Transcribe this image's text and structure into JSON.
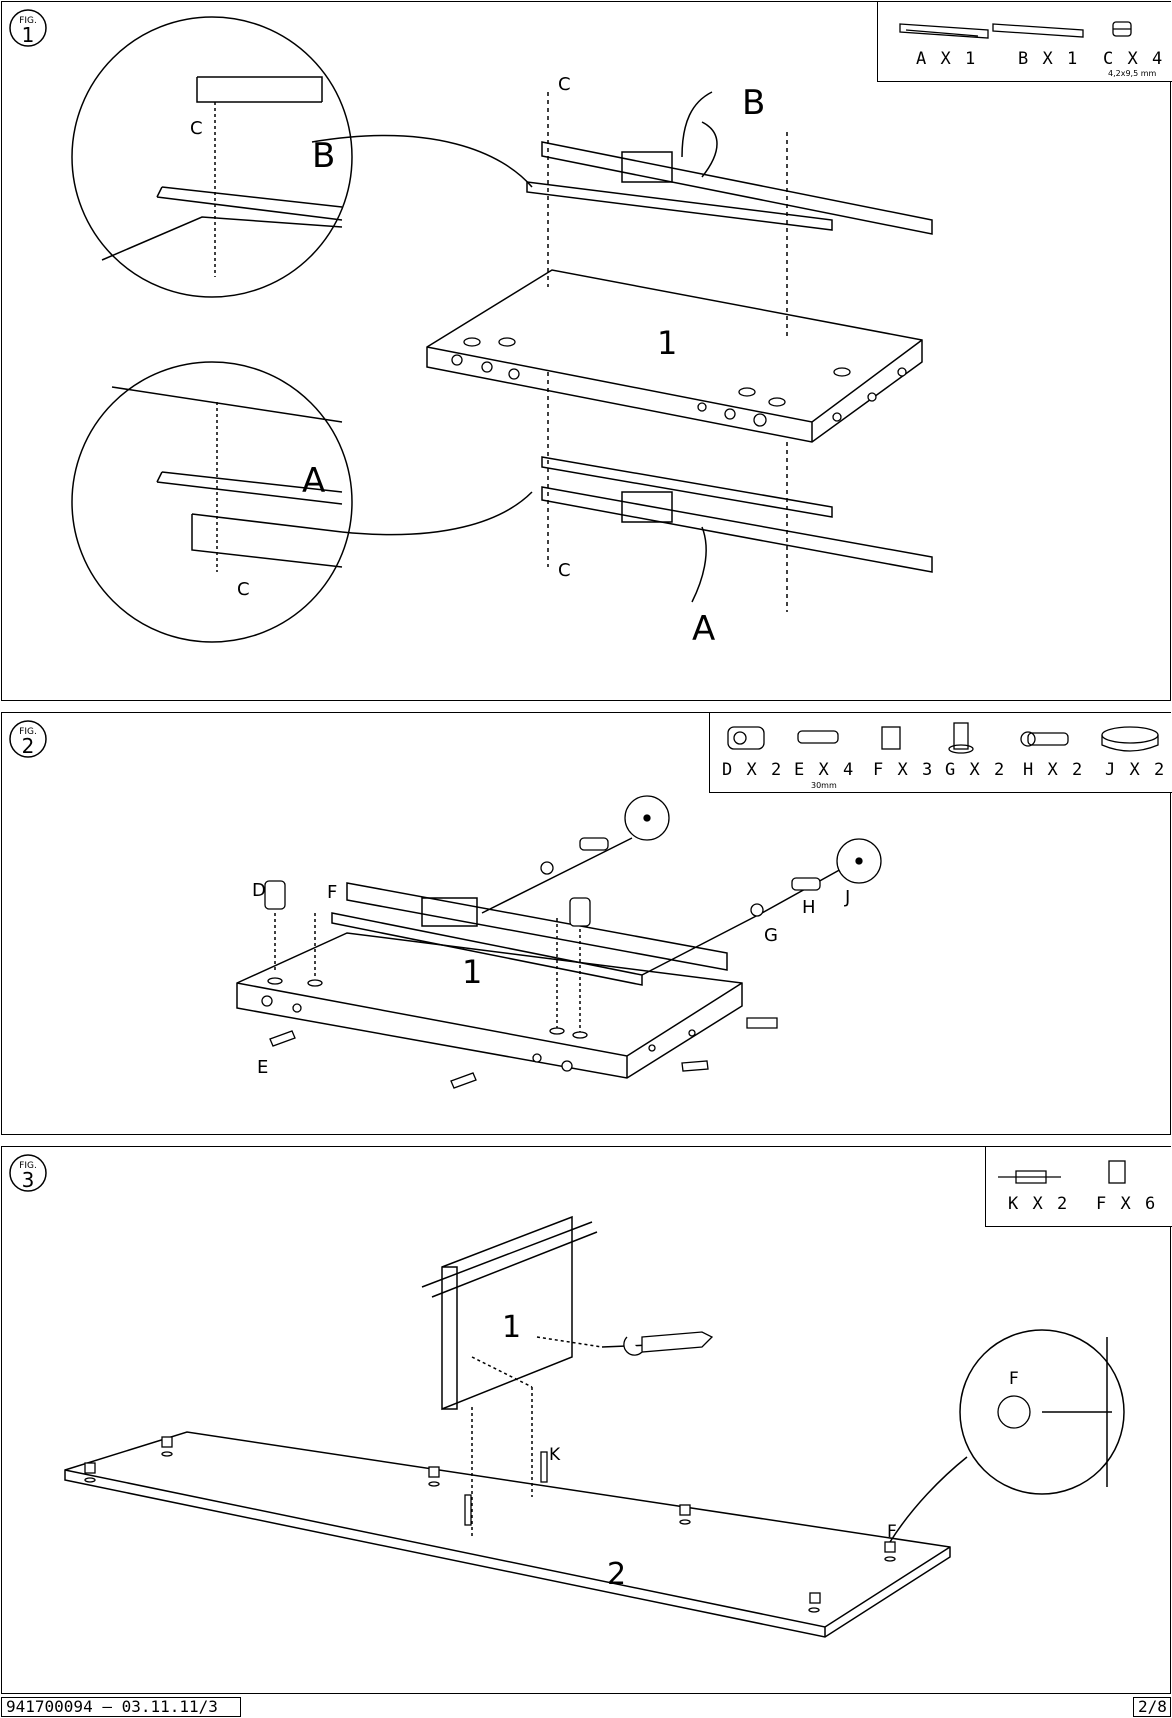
{
  "fig1": {
    "fig_label": "FIG.",
    "fig_number": "1",
    "parts": [
      {
        "text": "A X 1"
      },
      {
        "text": "B X 1"
      },
      {
        "text": "C X 4",
        "note": "4,2x9,5 mm"
      }
    ],
    "labels": {
      "rail_b": "B",
      "rail_a": "A",
      "screw_c": "C",
      "board": "1"
    },
    "detail_top": {
      "label_b": "B",
      "label_c": "C"
    },
    "detail_bottom": {
      "label_a": "A",
      "label_c": "C"
    }
  },
  "fig2": {
    "fig_label": "FIG.",
    "fig_number": "2",
    "parts": [
      {
        "text": "D X 2"
      },
      {
        "text": "E X 4",
        "note": "30mm"
      },
      {
        "text": "F X 3"
      },
      {
        "text": "G X 2"
      },
      {
        "text": "H X 2"
      },
      {
        "text": "J X 2"
      }
    ],
    "labels": {
      "d": "D",
      "f": "F",
      "e": "E",
      "g": "G",
      "h": "H",
      "j": "J",
      "board": "1"
    }
  },
  "fig3": {
    "fig_label": "FIG.",
    "fig_number": "3",
    "parts": [
      {
        "text": "K X 2"
      },
      {
        "text": "F X 6"
      }
    ],
    "labels": {
      "board1": "1",
      "board2": "2",
      "k": "K",
      "f": "F",
      "detail_f": "F"
    }
  },
  "footer": {
    "doc_code": "941700094 – 03.11.11/3",
    "page": "2/8"
  }
}
